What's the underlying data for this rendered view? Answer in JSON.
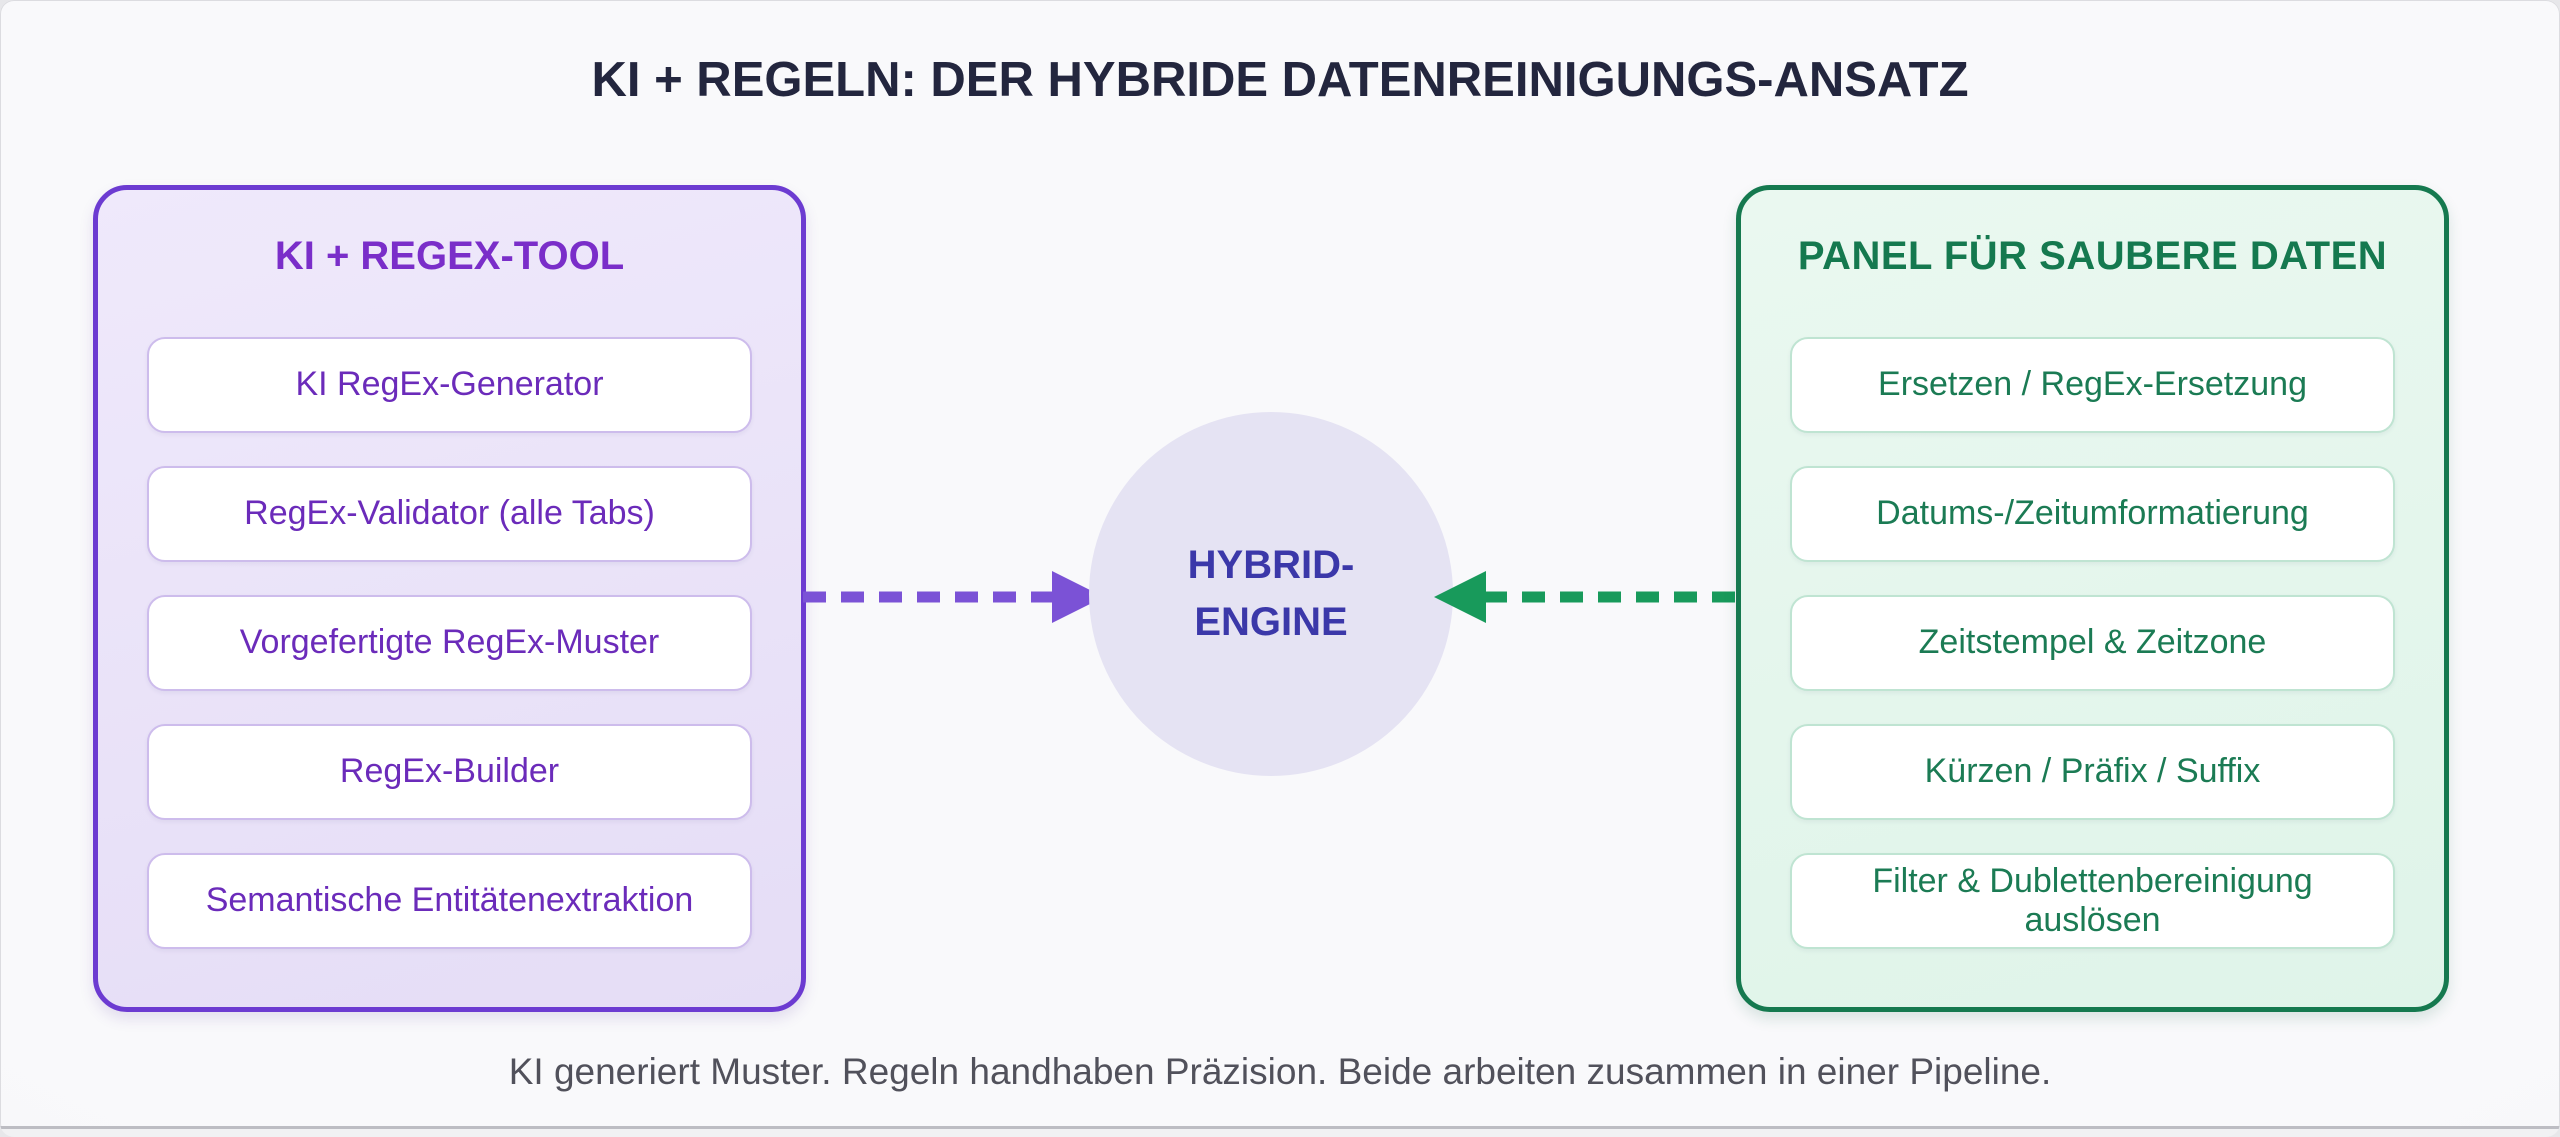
{
  "title": "KI + REGELN: DER HYBRIDE DATENREINIGUNGS-ANSATZ",
  "left_panel": {
    "title": "KI + REGEX-TOOL",
    "items": [
      "KI RegEx-Generator",
      "RegEx-Validator (alle Tabs)",
      "Vorgefertigte RegEx-Muster",
      "RegEx-Builder",
      "Semantische Entitätenextraktion"
    ]
  },
  "center": {
    "line1": "HYBRID-",
    "line2": "ENGINE"
  },
  "right_panel": {
    "title": "PANEL FÜR SAUBERE DATEN",
    "items": [
      "Ersetzen / RegEx-Ersetzung",
      "Datums-/Zeitumformatierung",
      "Zeitstempel & Zeitzone",
      "Kürzen / Präfix / Suffix",
      "Filter & Dublettenbereinigung auslösen"
    ]
  },
  "caption": "KI generiert Muster. Regeln handhaben Präzision. Beide arbeiten zusammen in einer Pipeline.",
  "colors": {
    "title_text": "#23263E",
    "purple_border": "#6C3BD1",
    "purple_heading": "#7A2EC9",
    "purple_item_text": "#6B2BBA",
    "purple_panel_bg": "#E8E1F8",
    "green_border": "#15794F",
    "green_heading": "#15794F",
    "green_item_text": "#1B7B54",
    "green_panel_bg": "#E4F6EC",
    "engine_circle_bg": "#E5E3F3",
    "engine_text": "#3B38A9",
    "purple_arrow": "#7B52D6",
    "green_arrow": "#189A5B",
    "caption_text": "#51515B"
  }
}
